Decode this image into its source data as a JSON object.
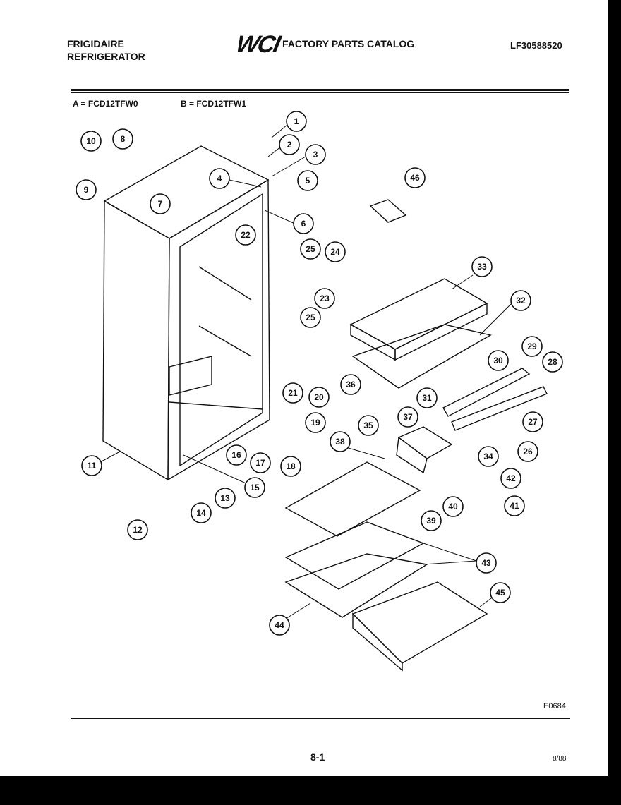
{
  "header": {
    "brand_line1": "FRIGIDAIRE",
    "brand_line2": "REFRIGERATOR",
    "logo": "WCI",
    "catalog_title": "FACTORY PARTS CATALOG",
    "part_number": "LF30588520"
  },
  "models": {
    "a": "A = FCD12TFW0",
    "b": "B = FCD12TFW1"
  },
  "footer": {
    "diagram_code": "E0684",
    "page": "8-1",
    "date": "8/88"
  },
  "callouts": [
    "1",
    "2",
    "3",
    "4",
    "5",
    "6",
    "7",
    "8",
    "9",
    "10",
    "11",
    "12",
    "13",
    "14",
    "15",
    "16",
    "17",
    "18",
    "19",
    "20",
    "21",
    "22",
    "23",
    "24",
    "25",
    "25",
    "26",
    "27",
    "28",
    "29",
    "30",
    "31",
    "32",
    "33",
    "34",
    "35",
    "36",
    "37",
    "38",
    "39",
    "40",
    "41",
    "42",
    "43",
    "44",
    "45",
    "46"
  ]
}
